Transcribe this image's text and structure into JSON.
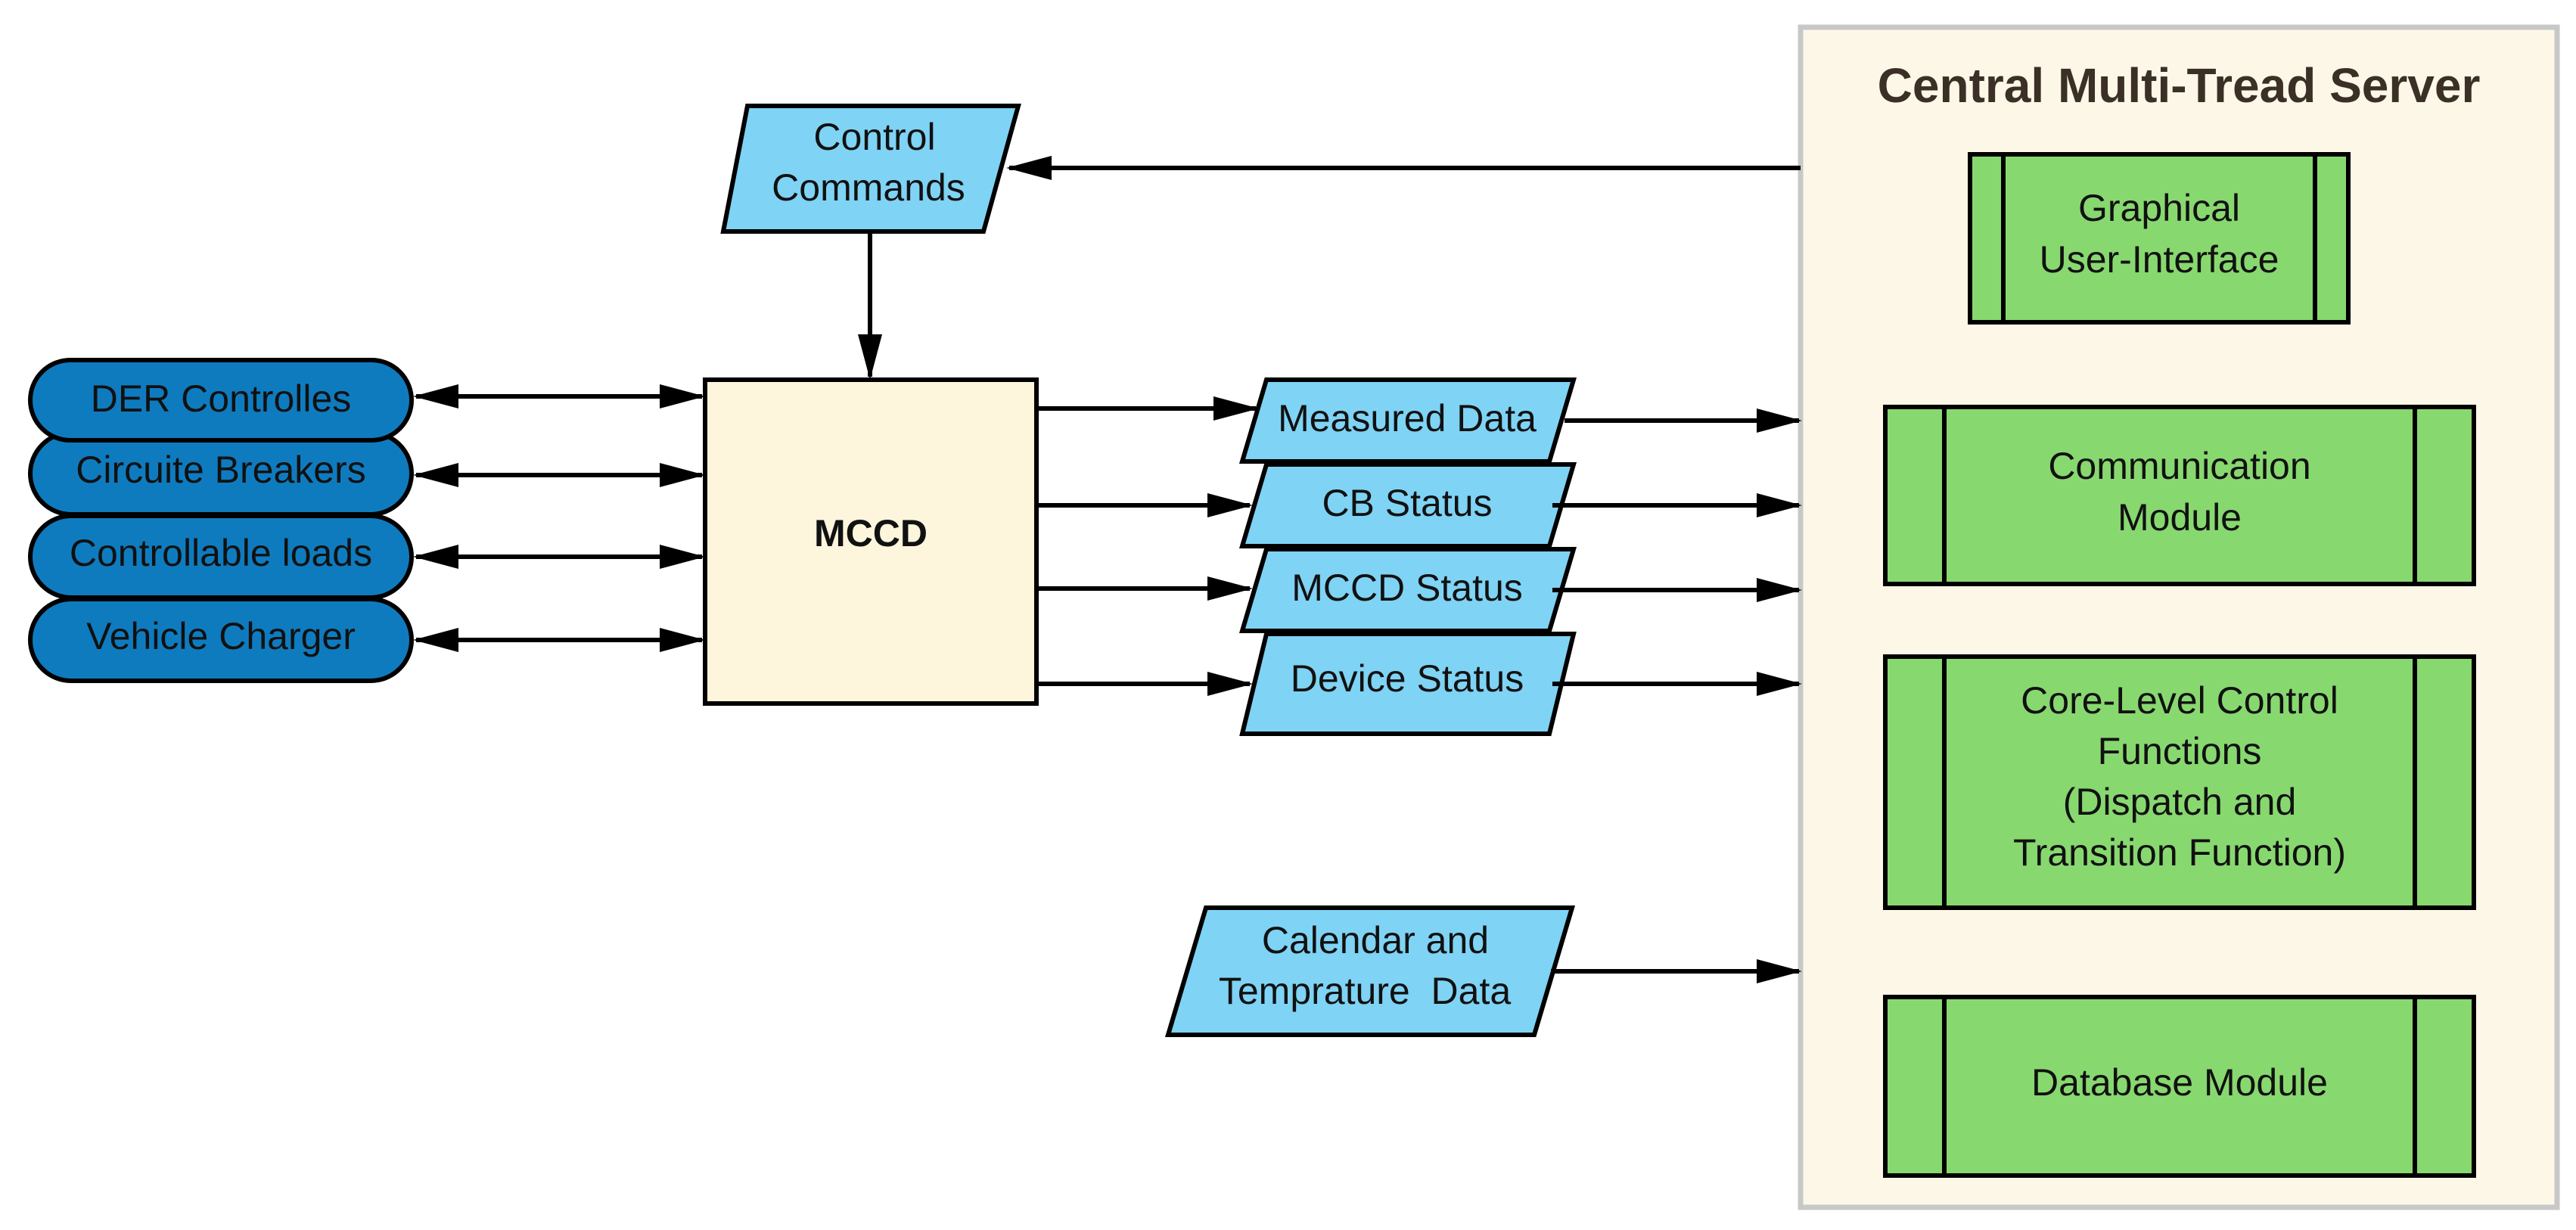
{
  "server": {
    "title": "Central Multi-Tread Server",
    "modules": [
      {
        "lines": [
          "Graphical",
          "User-Interface"
        ]
      },
      {
        "lines": [
          "Communication",
          "Module"
        ]
      },
      {
        "lines": [
          "Core-Level Control",
          "Functions",
          "(Dispatch and",
          "Transition Function)"
        ]
      },
      {
        "lines": [
          "Database Module"
        ]
      }
    ]
  },
  "control_commands": {
    "lines": [
      "Control",
      "Commands"
    ]
  },
  "mccd": {
    "label": "MCCD"
  },
  "devices": [
    "DER Controlles",
    "Circuite Breakers",
    "Controllable loads",
    "Vehicle Charger"
  ],
  "status_data": [
    "Measured Data",
    "CB Status",
    "MCCD Status",
    "Device Status"
  ],
  "calendar_data": {
    "lines": [
      "Calendar and",
      "Temprature  Data"
    ]
  },
  "colors": {
    "server_bg": "#fdf7e8",
    "server_border": "#c8c8c8",
    "module_fill": "#88d870",
    "data_fill": "#7fd3f4",
    "device_fill": "#0f7bbf",
    "mccd_fill": "#fdf5dc"
  }
}
